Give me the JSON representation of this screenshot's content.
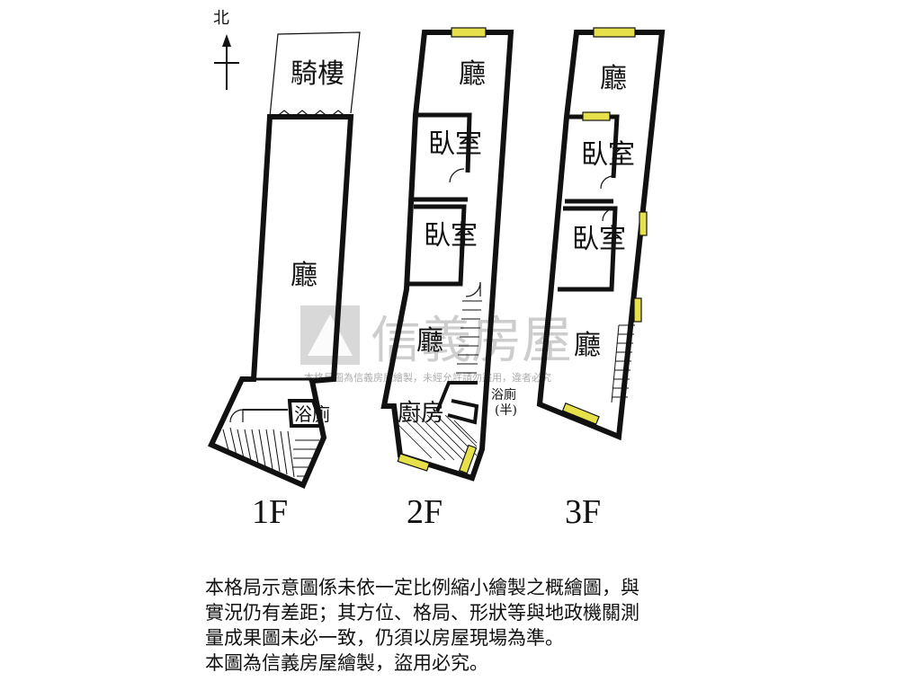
{
  "compass": {
    "north_label": "北"
  },
  "floors": [
    {
      "id": "1F",
      "label": "1F",
      "rooms": [
        "騎樓",
        "廳",
        "浴廁"
      ]
    },
    {
      "id": "2F",
      "label": "2F",
      "rooms": [
        "廳",
        "臥室",
        "臥室",
        "廳",
        "廚房",
        "浴廁",
        "(半)"
      ]
    },
    {
      "id": "3F",
      "label": "3F",
      "rooms": [
        "廳",
        "臥室",
        "臥室",
        "廳"
      ]
    }
  ],
  "watermark": {
    "brand": "信義房屋",
    "notice": "本格局圖為信義房屋繪製，未經允許請勿盜用，違者必究"
  },
  "disclaimer": {
    "lines": [
      "本格局示意圖係未依一定比例縮小繪製之概繪圖，與",
      "實況仍有差距；其方位、格局、形狀等與地政機關測",
      "量成果圖未必一致，仍須以房屋現場為準。",
      "本圖為信義房屋繪製，盜用必究。"
    ]
  }
}
